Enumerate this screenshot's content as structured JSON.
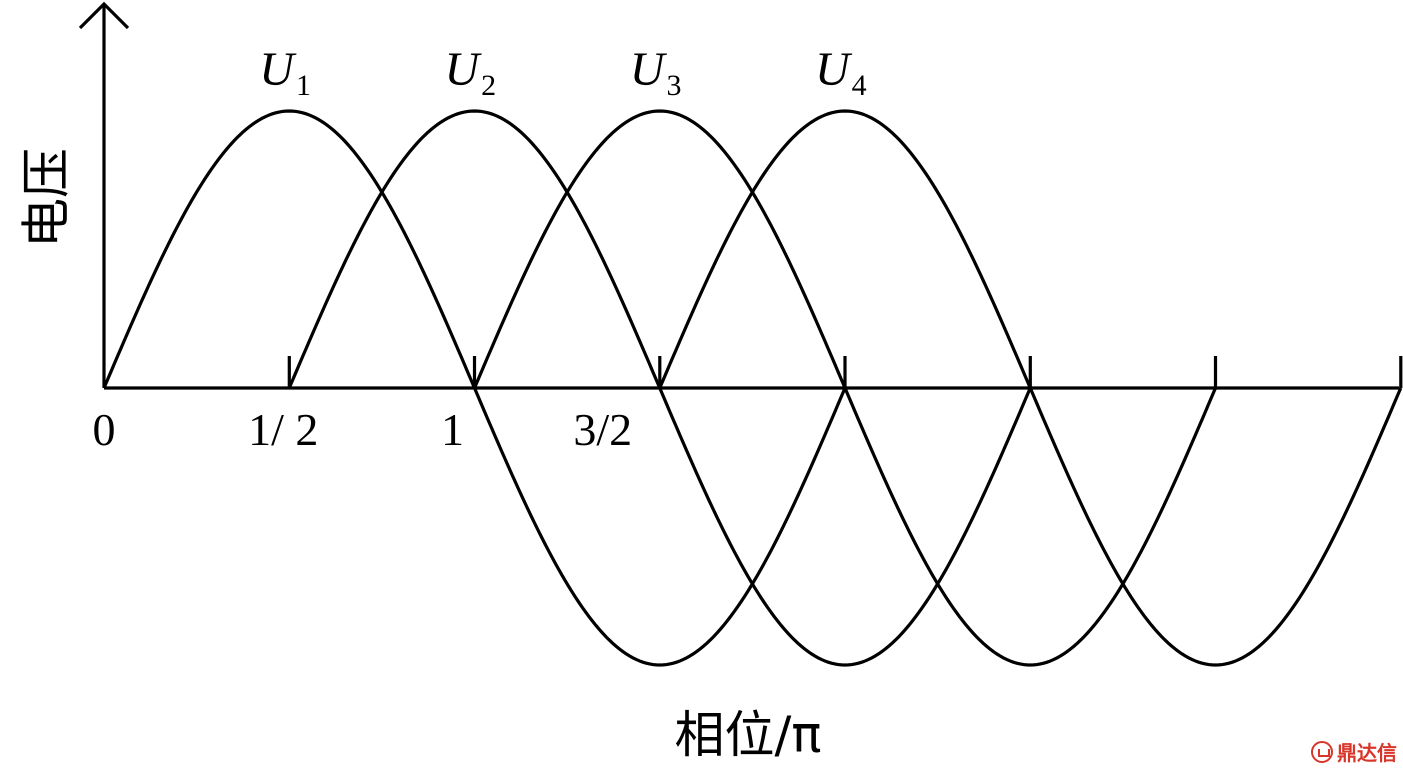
{
  "chart_data": {
    "type": "line",
    "ylabel": "电压",
    "xlabel": "相位/π",
    "x_ticks": [
      {
        "value": 0,
        "label": "0"
      },
      {
        "value": 0.5,
        "label": "1/ 2"
      },
      {
        "value": 1,
        "label": "1"
      },
      {
        "value": 1.5,
        "label": "3/2"
      }
    ],
    "x_range": [
      0,
      3.5
    ],
    "y_range": [
      -1,
      1
    ],
    "grid": false,
    "series": [
      {
        "name": "U",
        "subscript": "1",
        "phase_offset": 0.0,
        "x_start": 0.0,
        "x_end": 2.0
      },
      {
        "name": "U",
        "subscript": "2",
        "phase_offset": 0.5,
        "x_start": 0.5,
        "x_end": 2.5
      },
      {
        "name": "U",
        "subscript": "3",
        "phase_offset": 1.0,
        "x_start": 1.0,
        "x_end": 3.0
      },
      {
        "name": "U",
        "subscript": "4",
        "phase_offset": 1.5,
        "x_start": 1.5,
        "x_end": 3.5
      }
    ],
    "extra_tick_marks": [
      2.0,
      2.5,
      3.0,
      3.5
    ]
  },
  "watermark": {
    "text": "鼎达信",
    "color": "#d9362b"
  }
}
